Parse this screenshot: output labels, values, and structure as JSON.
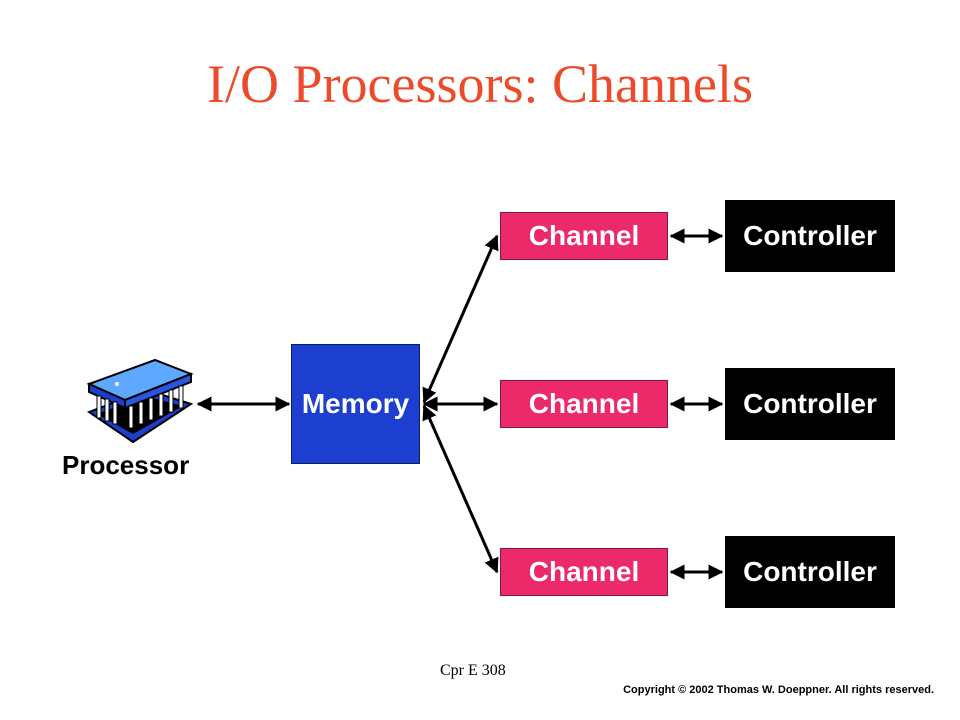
{
  "slide": {
    "title": "I/O Processors: Channels",
    "footer_center": "Cpr E 308",
    "copyright": "Copyright © 2002 Thomas W. Doeppner. All rights reserved."
  },
  "diagram": {
    "processor": {
      "label": "Processor",
      "icon": "chip-icon"
    },
    "memory": {
      "label": "Memory"
    },
    "channels": [
      {
        "label": "Channel"
      },
      {
        "label": "Channel"
      },
      {
        "label": "Channel"
      }
    ],
    "controllers": [
      {
        "label": "Controller"
      },
      {
        "label": "Controller"
      },
      {
        "label": "Controller"
      }
    ]
  },
  "colors": {
    "title": "#ec4a2a",
    "channel": "#ec2a6a",
    "memory": "#1c3fcf",
    "controller": "#000000",
    "chip": "#1c3fcf"
  }
}
